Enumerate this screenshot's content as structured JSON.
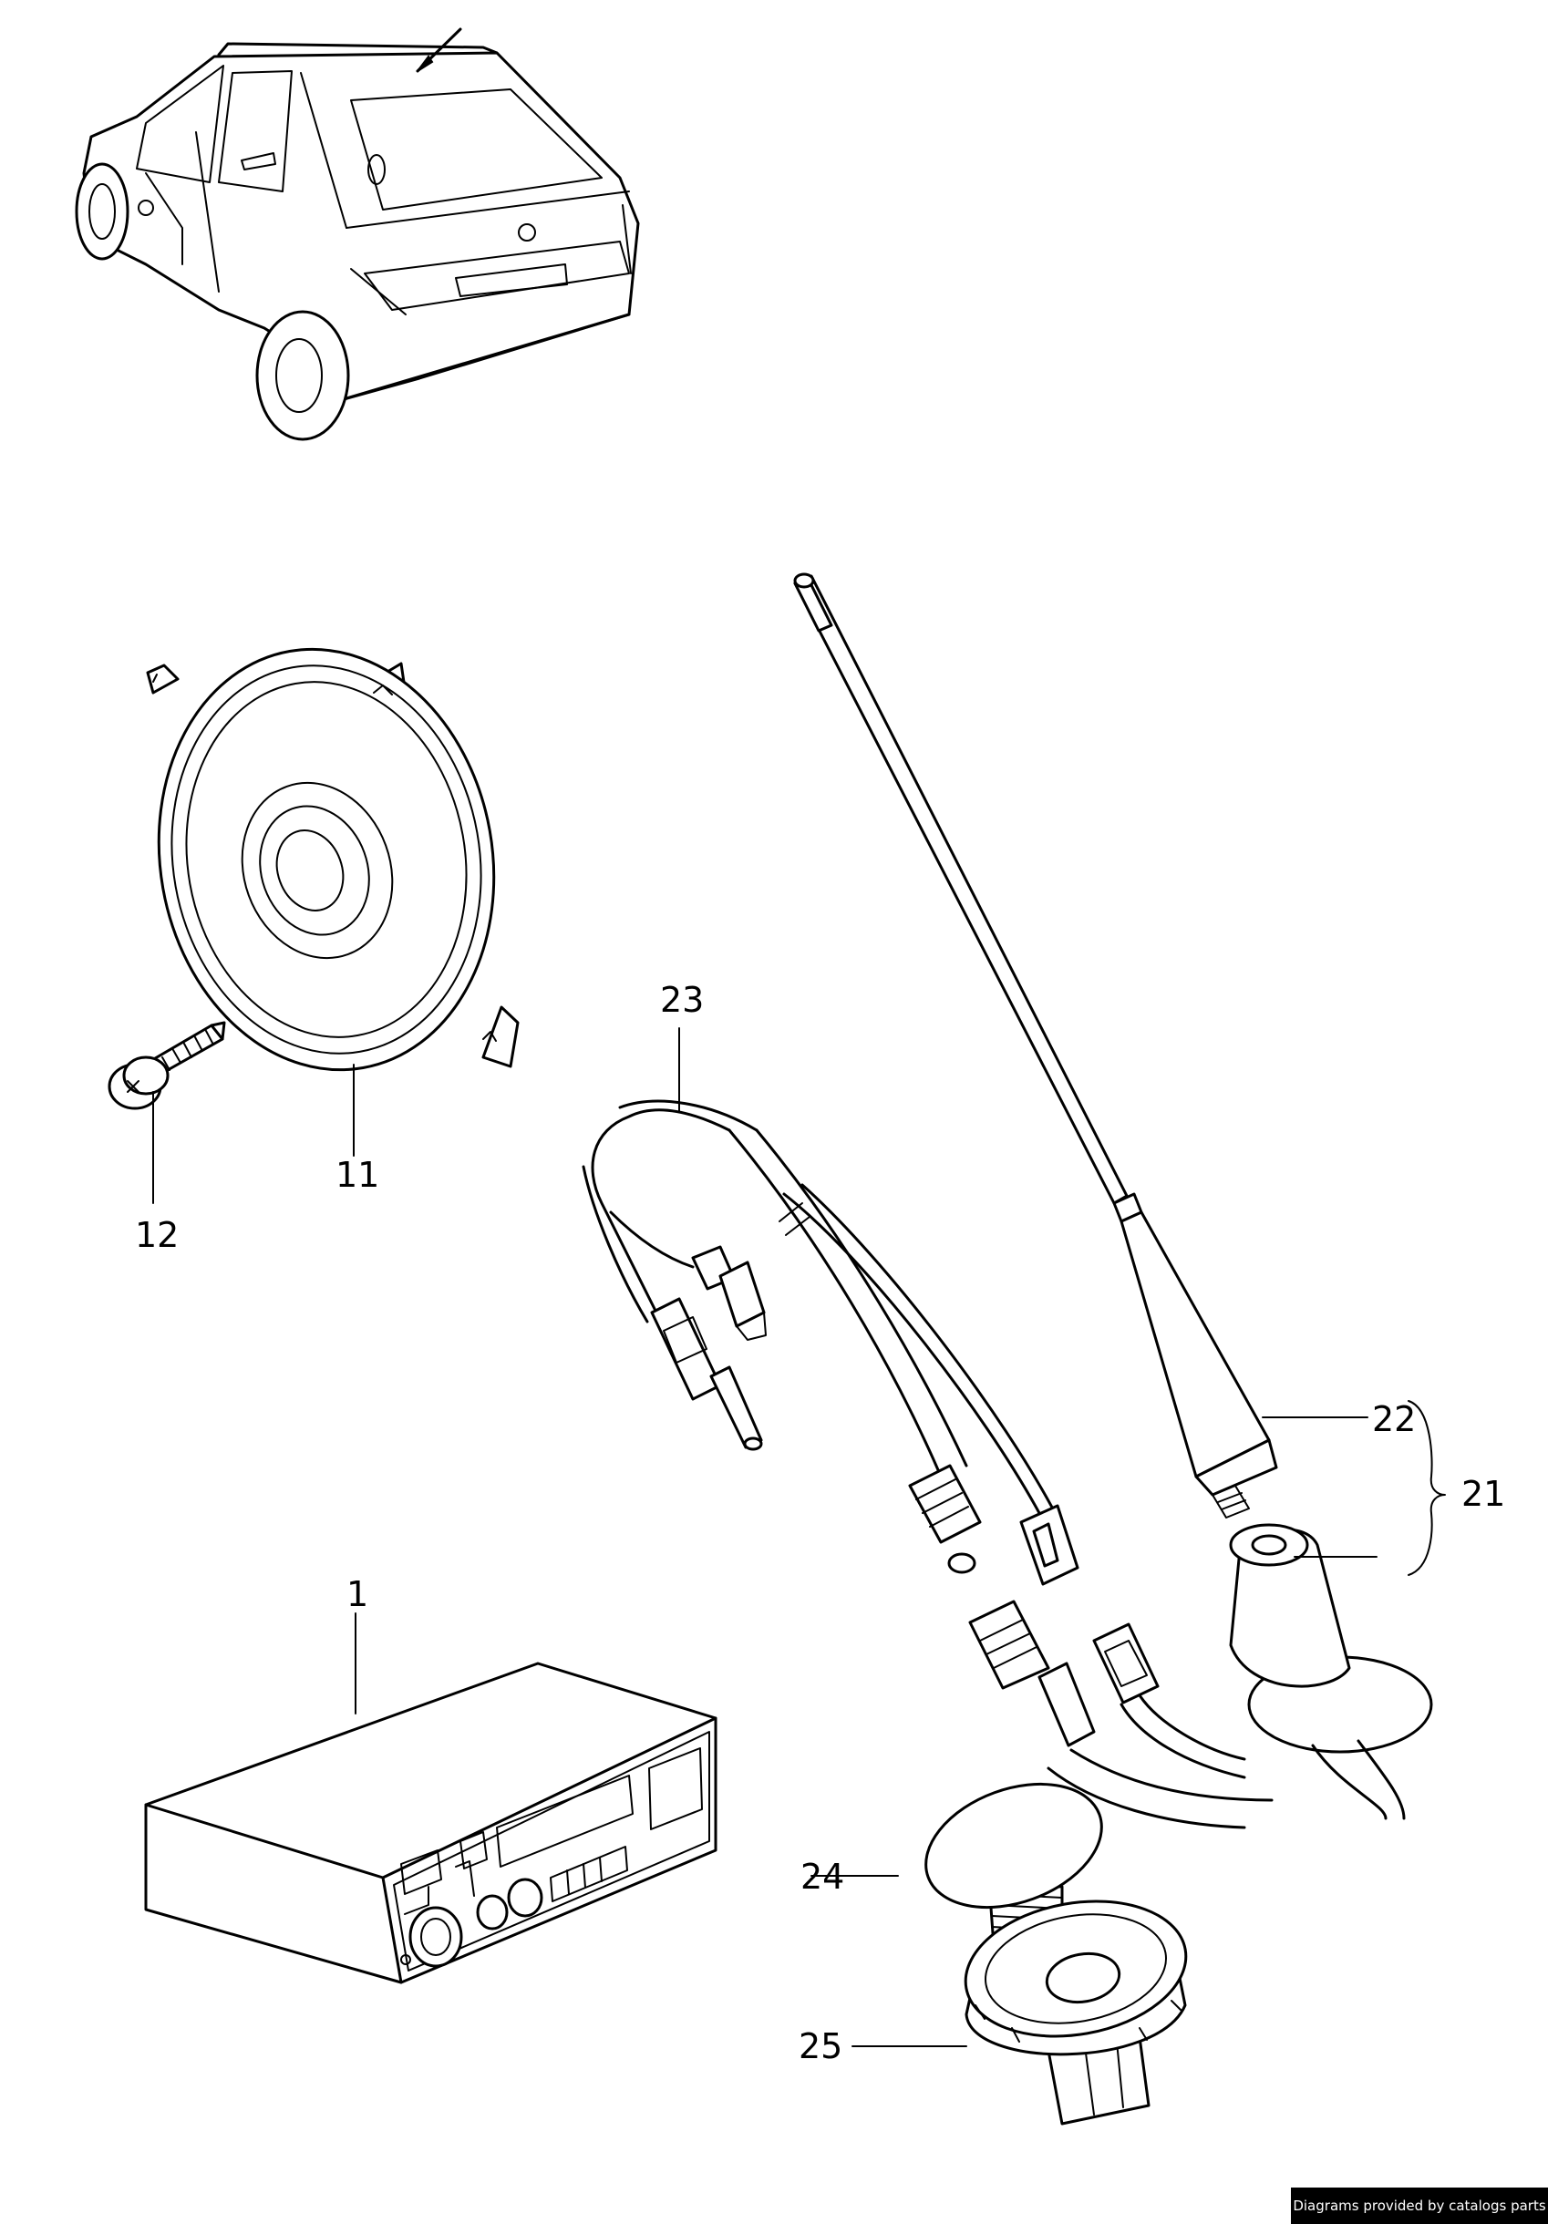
{
  "callouts": {
    "c1": "1",
    "c11": "11",
    "c12": "12",
    "c21": "21",
    "c22": "22",
    "c23": "23",
    "c24": "24",
    "c25": "25"
  },
  "credit": "Diagrams provided by catalogs parts"
}
